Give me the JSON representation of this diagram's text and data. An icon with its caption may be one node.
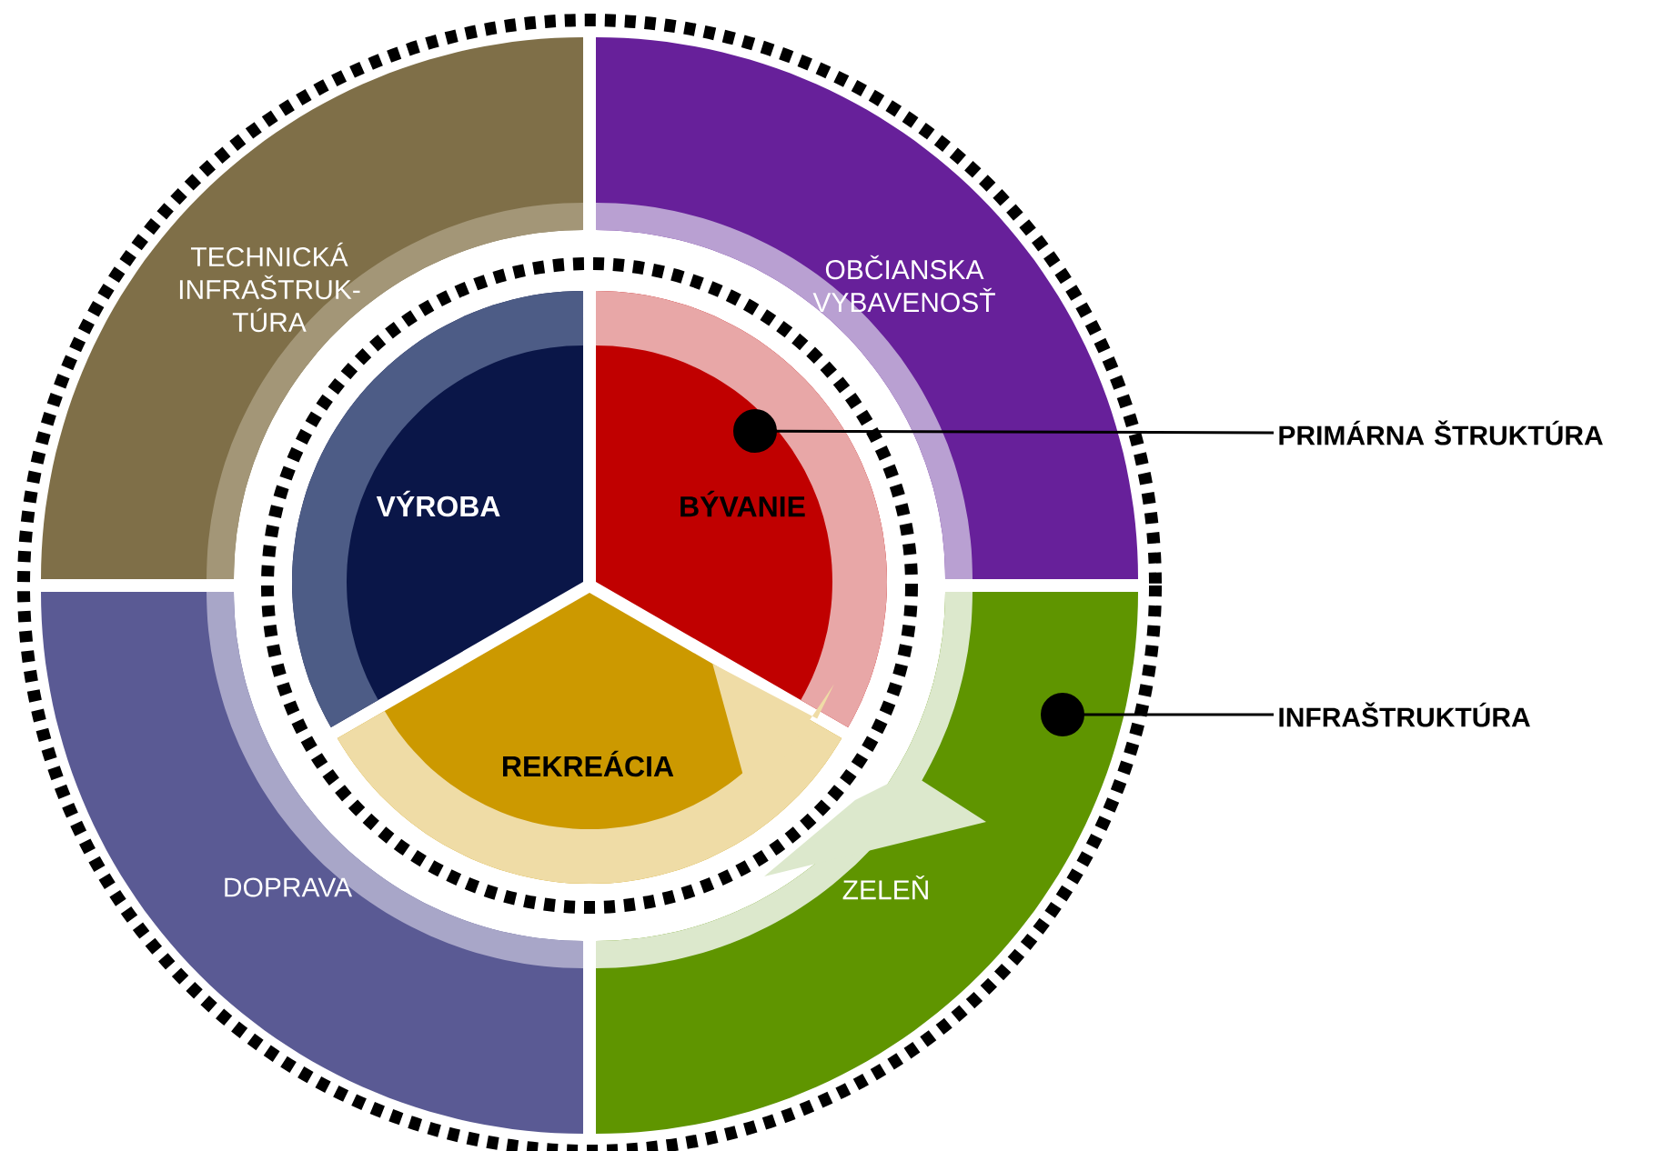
{
  "diagram": {
    "nodes": [
      {
        "text": [
          "TECHNICKÁ INFRAŠTRUK-TÚRA"
        ]
      },
      {
        "text": [
          "OBČIANSKA VYBAVENOSŤ"
        ]
      },
      {
        "text": [
          "DOPRAVA"
        ]
      },
      {
        "text": [
          "ZELEŇ"
        ]
      },
      {
        "text": [
          "VÝROBA"
        ]
      },
      {
        "text": [
          "BÝVANIE"
        ]
      },
      {
        "text": [
          "REKREÁCIA"
        ]
      },
      {
        "text": [
          "PRIMÁRNA ŠTRUKTÚRA"
        ]
      },
      {
        "text": [
          "INFRAŠTRUKTÚRA"
        ]
      }
    ],
    "edges": [
      {
        "from": 7,
        "to": 5,
        "arrow": "other"
      },
      {
        "from": 8,
        "to": 3,
        "arrow": "other"
      }
    ]
  }
}
